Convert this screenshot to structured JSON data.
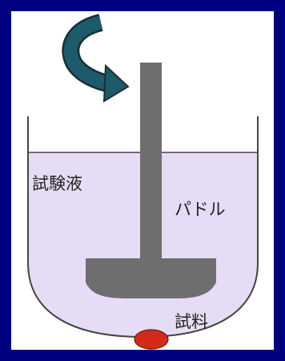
{
  "diagram": {
    "labels": {
      "test_liquid": "試験液",
      "paddle": "パドル",
      "sample": "試料"
    },
    "colors": {
      "background_border": "#000080",
      "panel": "#ffffff",
      "liquid_fill": "#e6dcf5",
      "vessel_outline": "#444444",
      "paddle": "#6e6e6e",
      "rotation_arrow": "#1d5a6b",
      "sample": "#d42a1c"
    },
    "icons": {
      "rotation": "curved-rotation-arrow-icon"
    }
  }
}
